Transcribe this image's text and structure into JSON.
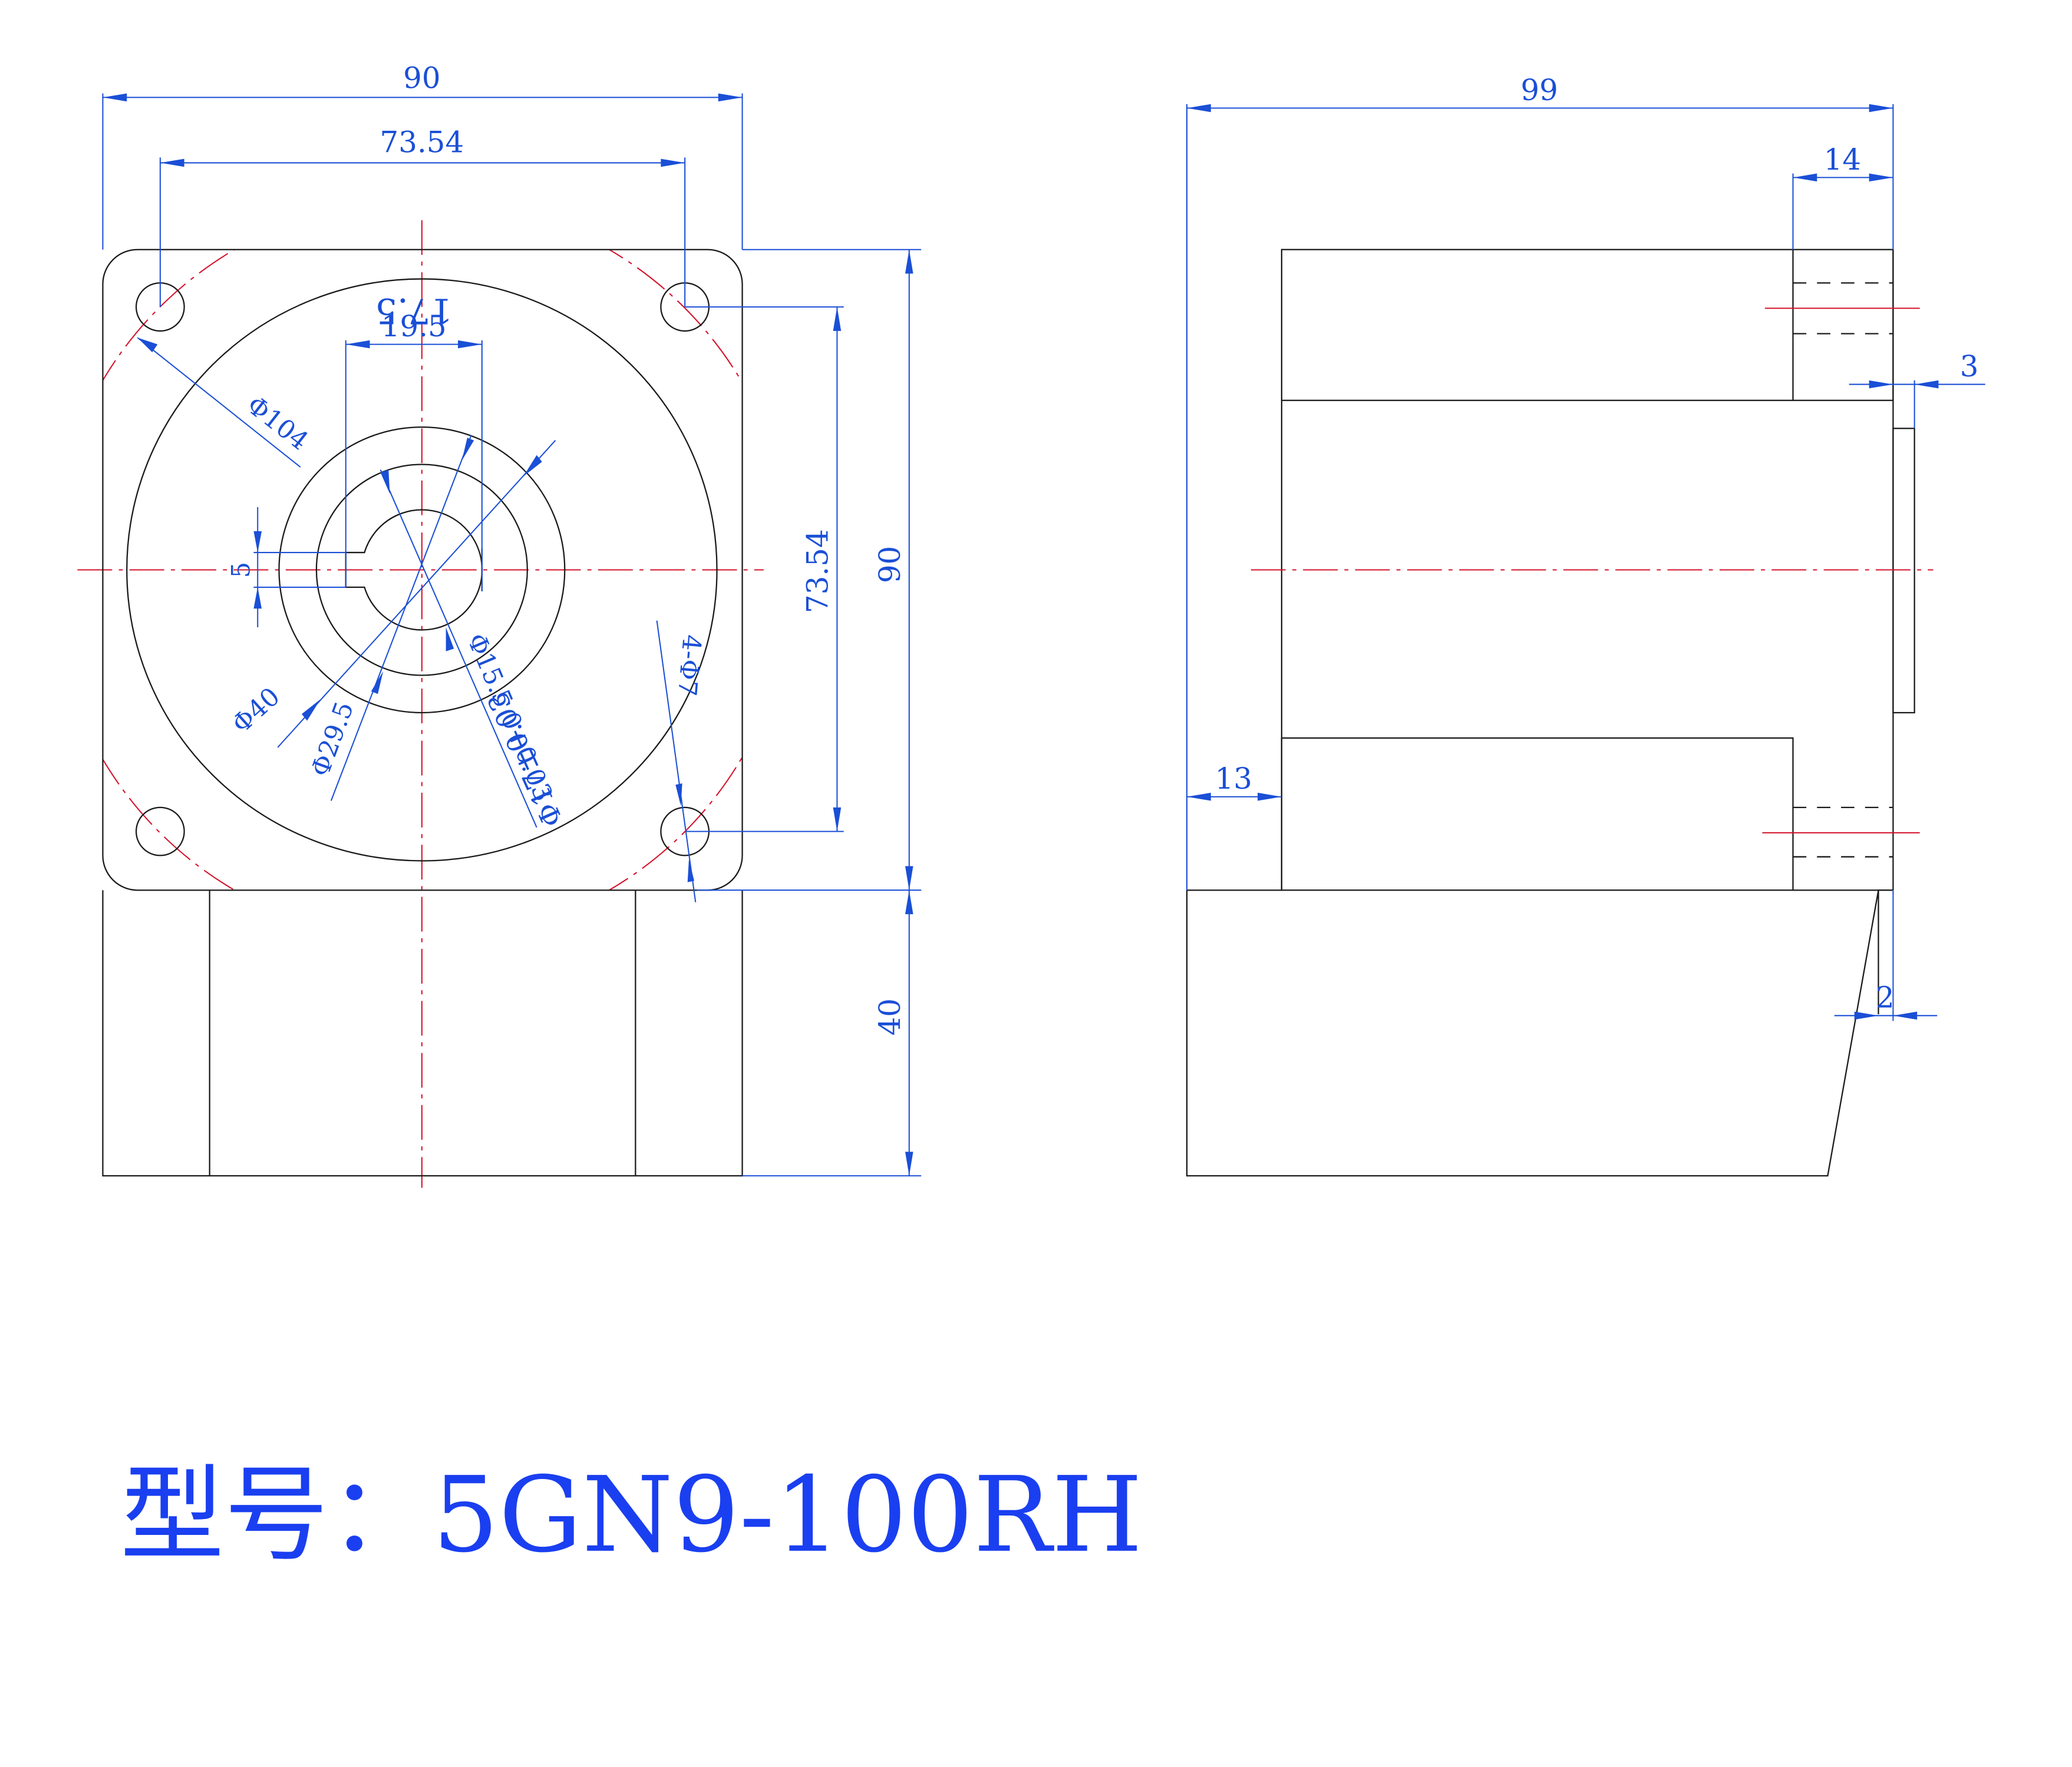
{
  "title": {
    "label": "型号：",
    "model": "5GN9-100RH"
  },
  "colors": {
    "object_line": "#1a1a1a",
    "dimension": "#1a4fd6",
    "centerline": "#d4102a",
    "title_text": "#1a3ff0"
  },
  "front_view": {
    "dimensions": {
      "overall_width": "90",
      "hole_spacing_horizontal": "73.54",
      "hole_spacing_vertical": "73.54",
      "overall_height": "90",
      "base_height": "40",
      "key_width": "19.5",
      "key_height_text": "17.5",
      "keyway_width": "5",
      "pcd": "Φ104",
      "pilot_diameter": "Φ40",
      "boss_diameter": "Φ29.5",
      "shaft_diameter_a": "Φ15.5 0+0.03",
      "shaft_diameter_b": "Φ17±0.03",
      "mounting_holes": "4-Φ7"
    }
  },
  "side_view": {
    "dimensions": {
      "overall_length": "99",
      "flange_thickness": "14",
      "shaft_step": "3",
      "body_offset": "13",
      "chamfer": "2"
    }
  }
}
